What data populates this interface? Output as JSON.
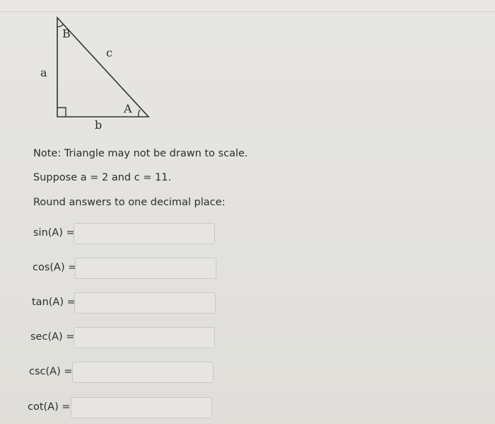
{
  "diagram": {
    "vertex_b": "B",
    "vertex_a": "A",
    "side_a": "a",
    "side_b": "b",
    "side_c": "c"
  },
  "note": "Note: Triangle may not be drawn to scale.",
  "given": "Suppose a = 2 and c = 11.",
  "instruction": "Round answers to one decimal place:",
  "questions": [
    {
      "label": "sin(A) =",
      "value": "",
      "placeholder": ""
    },
    {
      "label": "cos(A) =",
      "value": "",
      "placeholder": ""
    },
    {
      "label": "tan(A) =",
      "value": "",
      "placeholder": ""
    },
    {
      "label": "sec(A) =",
      "value": "",
      "placeholder": ""
    },
    {
      "label": "csc(A) =",
      "value": "",
      "placeholder": ""
    },
    {
      "label": "cot(A) =",
      "value": "",
      "placeholder": ""
    }
  ]
}
